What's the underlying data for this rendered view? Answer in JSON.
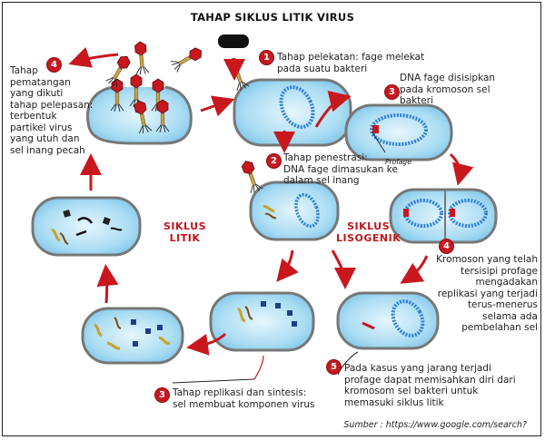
{
  "title": "TAHAP SIKLUS LITIK VIRUS",
  "cycles": {
    "lytic": [
      "SIKLUS",
      "LITIK"
    ],
    "lysogenic": [
      "SIKLUS",
      "LISOGENIK"
    ]
  },
  "steps": {
    "s1": {
      "num": "1",
      "lines": [
        "Tahap pelekatan: fage melekat",
        "pada suatu bakteri"
      ]
    },
    "s2": {
      "num": "2",
      "lines": [
        "Tahap penestrasi:",
        "DNA fage dimasukan ke",
        "dalam sel inang"
      ]
    },
    "s3_lyso": {
      "num": "3",
      "lines": [
        "DNA fage disisipkan",
        "pada kromoson sel",
        "bakteri"
      ]
    },
    "s3_lytic": {
      "num": "3",
      "lines": [
        "Tahap replikasi dan sintesis:",
        "sel membuat komponen virus"
      ]
    },
    "s4_lytic": {
      "num": "4",
      "lines": [
        "Tahap",
        "pematangan",
        "yang dikuti",
        "tahap pelepasan:",
        "terbentuk",
        "partikel virus",
        "yang utuh dan",
        "sel inang pecah"
      ]
    },
    "s4_lyso": {
      "num": "4",
      "lines": [
        "Kromoson yang telah",
        "tersisipi profage",
        "mengadakan",
        "replikasi yang terjadi",
        "terus-menerus",
        "selama ada",
        "pembelahan sel"
      ]
    },
    "s5": {
      "num": "5",
      "lines": [
        "Pada kasus yang jarang terjadi",
        "profage dapat memisahkan diri dari",
        "kromosom sel bakteri untuk",
        "memasuki siklus litik"
      ]
    }
  },
  "profage_label": "Profage",
  "source": "Sumber : https://www.google.com/search?",
  "colors": {
    "accent_red": "#c8181e",
    "cell_fill": "#9fd8f2",
    "cell_border": "#6a6a6a",
    "dna_blue": "#2f7fd8"
  },
  "icons": [
    "phage-icon",
    "bacteria-cell-icon",
    "dna-loop-icon",
    "red-arrow-icon"
  ]
}
